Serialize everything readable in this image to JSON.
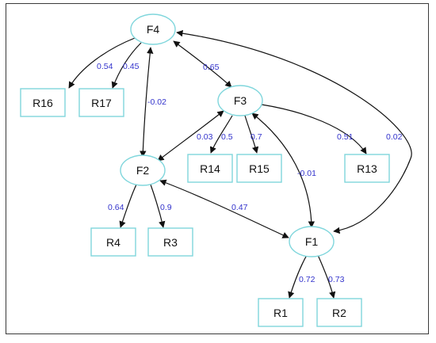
{
  "diagram": {
    "nodes": [
      {
        "id": "F4",
        "label": "F4",
        "shape": "ellipse"
      },
      {
        "id": "F3",
        "label": "F3",
        "shape": "ellipse"
      },
      {
        "id": "F2",
        "label": "F2",
        "shape": "ellipse"
      },
      {
        "id": "F1",
        "label": "F1",
        "shape": "ellipse"
      },
      {
        "id": "R16",
        "label": "R16",
        "shape": "box"
      },
      {
        "id": "R17",
        "label": "R17",
        "shape": "box"
      },
      {
        "id": "R14",
        "label": "R14",
        "shape": "box"
      },
      {
        "id": "R15",
        "label": "R15",
        "shape": "box"
      },
      {
        "id": "R13",
        "label": "R13",
        "shape": "box"
      },
      {
        "id": "R4",
        "label": "R4",
        "shape": "box"
      },
      {
        "id": "R3",
        "label": "R3",
        "shape": "box"
      },
      {
        "id": "R1",
        "label": "R1",
        "shape": "box"
      },
      {
        "id": "R2",
        "label": "R2",
        "shape": "box"
      }
    ],
    "edges": [
      {
        "from": "F4",
        "to": "R16",
        "label": "0.54",
        "kind": "loading"
      },
      {
        "from": "F4",
        "to": "R17",
        "label": "0.45",
        "kind": "loading"
      },
      {
        "from": "F4",
        "to": "F3",
        "label": "0.65",
        "kind": "covariance"
      },
      {
        "from": "F4",
        "to": "F2",
        "label": "-0.02",
        "kind": "covariance"
      },
      {
        "from": "F4",
        "to": "F1",
        "label": "0.02",
        "kind": "covariance"
      },
      {
        "from": "F3",
        "to": "F2",
        "label": "0.03",
        "kind": "covariance"
      },
      {
        "from": "F3",
        "to": "R14",
        "label": "0.5",
        "kind": "loading"
      },
      {
        "from": "F3",
        "to": "R15",
        "label": "0.7",
        "kind": "loading"
      },
      {
        "from": "F3",
        "to": "R13",
        "label": "0.51",
        "kind": "loading"
      },
      {
        "from": "F3",
        "to": "F1",
        "label": "-0.01",
        "kind": "covariance"
      },
      {
        "from": "F2",
        "to": "R4",
        "label": "0.64",
        "kind": "loading"
      },
      {
        "from": "F2",
        "to": "R3",
        "label": "0.9",
        "kind": "loading"
      },
      {
        "from": "F2",
        "to": "F1",
        "label": "0.47",
        "kind": "covariance"
      },
      {
        "from": "F1",
        "to": "R1",
        "label": "0.72",
        "kind": "loading"
      },
      {
        "from": "F1",
        "to": "R2",
        "label": "0.73",
        "kind": "loading"
      }
    ],
    "colors": {
      "node_border": "#7fd6dc",
      "edge_line": "#111111",
      "edge_label": "#3333cc",
      "frame_border": "#3a3a3a"
    }
  }
}
